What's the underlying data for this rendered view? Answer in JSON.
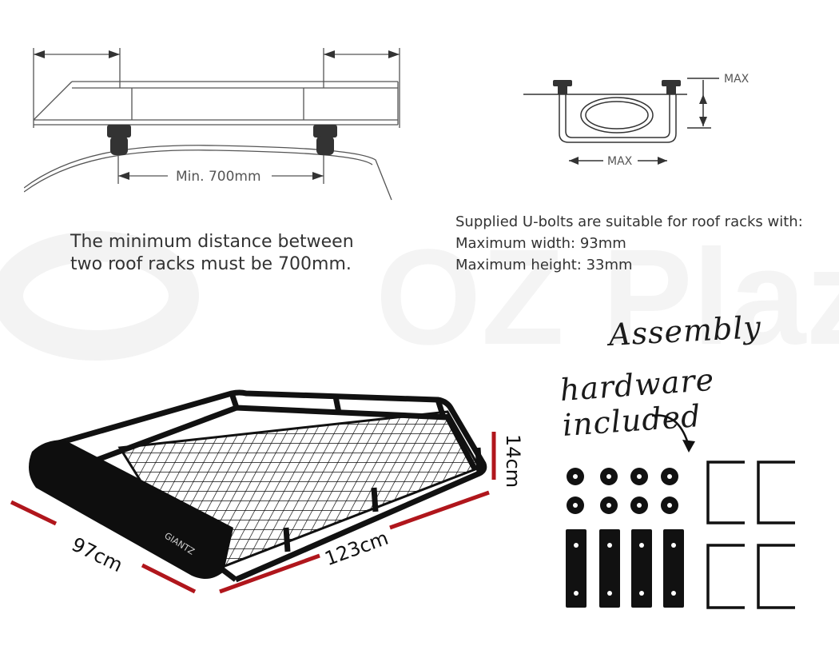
{
  "side_view": {
    "dimension_label": "Min. 700mm",
    "caption_line1": "The minimum distance between",
    "caption_line2": "two roof racks must be 700mm."
  },
  "ubolt_view": {
    "height_label": "MAX",
    "width_label": "MAX",
    "spec_line1": "Supplied U-bolts are suitable for roof racks with:",
    "spec_line2": "Maximum width: 93mm",
    "spec_line3": "Maximum height: 33mm"
  },
  "product": {
    "brand": "GIANTZ",
    "height_label": "14cm",
    "width_label": "97cm",
    "length_label": "123cm"
  },
  "hardware": {
    "note_line1": "Assembly",
    "note_line2": "hardware included"
  },
  "watermark": {
    "text": "OZ Plaza"
  },
  "colors": {
    "dimension_red": "#b0161c",
    "line_gray": "#555555",
    "rack_black": "#111111"
  }
}
